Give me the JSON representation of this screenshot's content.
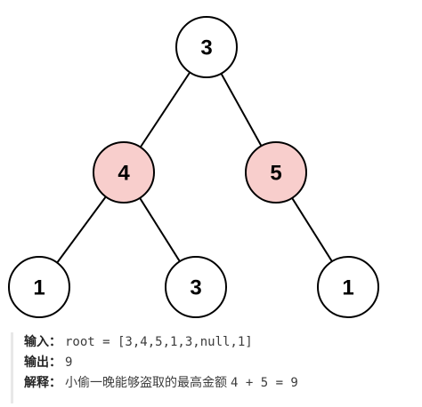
{
  "diagram": {
    "nodes": [
      {
        "id": "n1",
        "value": "3",
        "highlighted": false
      },
      {
        "id": "n2",
        "value": "4",
        "highlighted": true
      },
      {
        "id": "n3",
        "value": "5",
        "highlighted": true
      },
      {
        "id": "n4",
        "value": "1",
        "highlighted": false
      },
      {
        "id": "n5",
        "value": "3",
        "highlighted": false
      },
      {
        "id": "n6",
        "value": "1",
        "highlighted": false
      }
    ],
    "edges": [
      {
        "from": "n1",
        "to": "n2"
      },
      {
        "from": "n1",
        "to": "n3"
      },
      {
        "from": "n2",
        "to": "n4"
      },
      {
        "from": "n2",
        "to": "n5"
      },
      {
        "from": "n3",
        "to": "n6"
      }
    ],
    "colors": {
      "highlight_fill": "#f8cecc",
      "normal_fill": "#ffffff",
      "stroke": "#000000"
    }
  },
  "example": {
    "input_label": "输入：",
    "input_value": "root = [3,4,5,1,3,null,1]",
    "output_label": "输出：",
    "output_value": "9",
    "explanation_label": "解释：",
    "explanation_text": "小偷一晚能够盗取的最高金额",
    "explanation_formula": "4 + 5 = 9"
  }
}
